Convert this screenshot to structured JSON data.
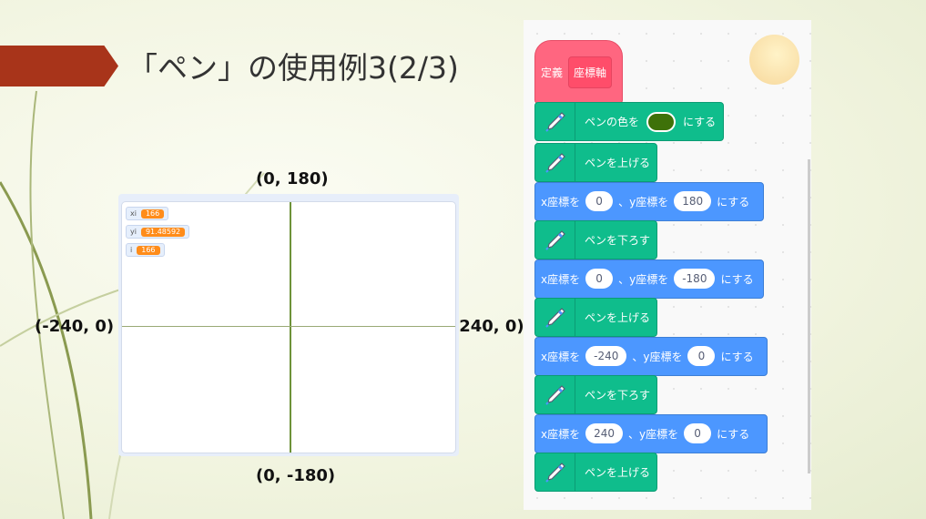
{
  "slide": {
    "title": "「ペン」の使用例3(2/3)"
  },
  "stage": {
    "labels": {
      "top": "(0, 180)",
      "bottom": "(0, -180)",
      "left": "(-240, 0)",
      "right": "(240, 0)"
    },
    "monitors": [
      {
        "name": "xi",
        "value": "166"
      },
      {
        "name": "yi",
        "value": "91.48592"
      },
      {
        "name": "i",
        "value": "166"
      }
    ],
    "pen_color": "#3e7109"
  },
  "code": {
    "hat": {
      "label": "定義",
      "arg": "座標軸"
    },
    "pen_color": {
      "text": "ペンの色を",
      "suffix": "にする",
      "color": "#3e7109"
    },
    "pen_up": "ペンを上げる",
    "pen_down": "ペンを下ろす",
    "goto_x": "x座標を",
    "goto_y": "、y座標を",
    "goto_suffix": "にする",
    "gotos": [
      {
        "x": "0",
        "y": "180"
      },
      {
        "x": "0",
        "y": "-180"
      },
      {
        "x": "-240",
        "y": "0"
      },
      {
        "x": "240",
        "y": "0"
      }
    ]
  }
}
